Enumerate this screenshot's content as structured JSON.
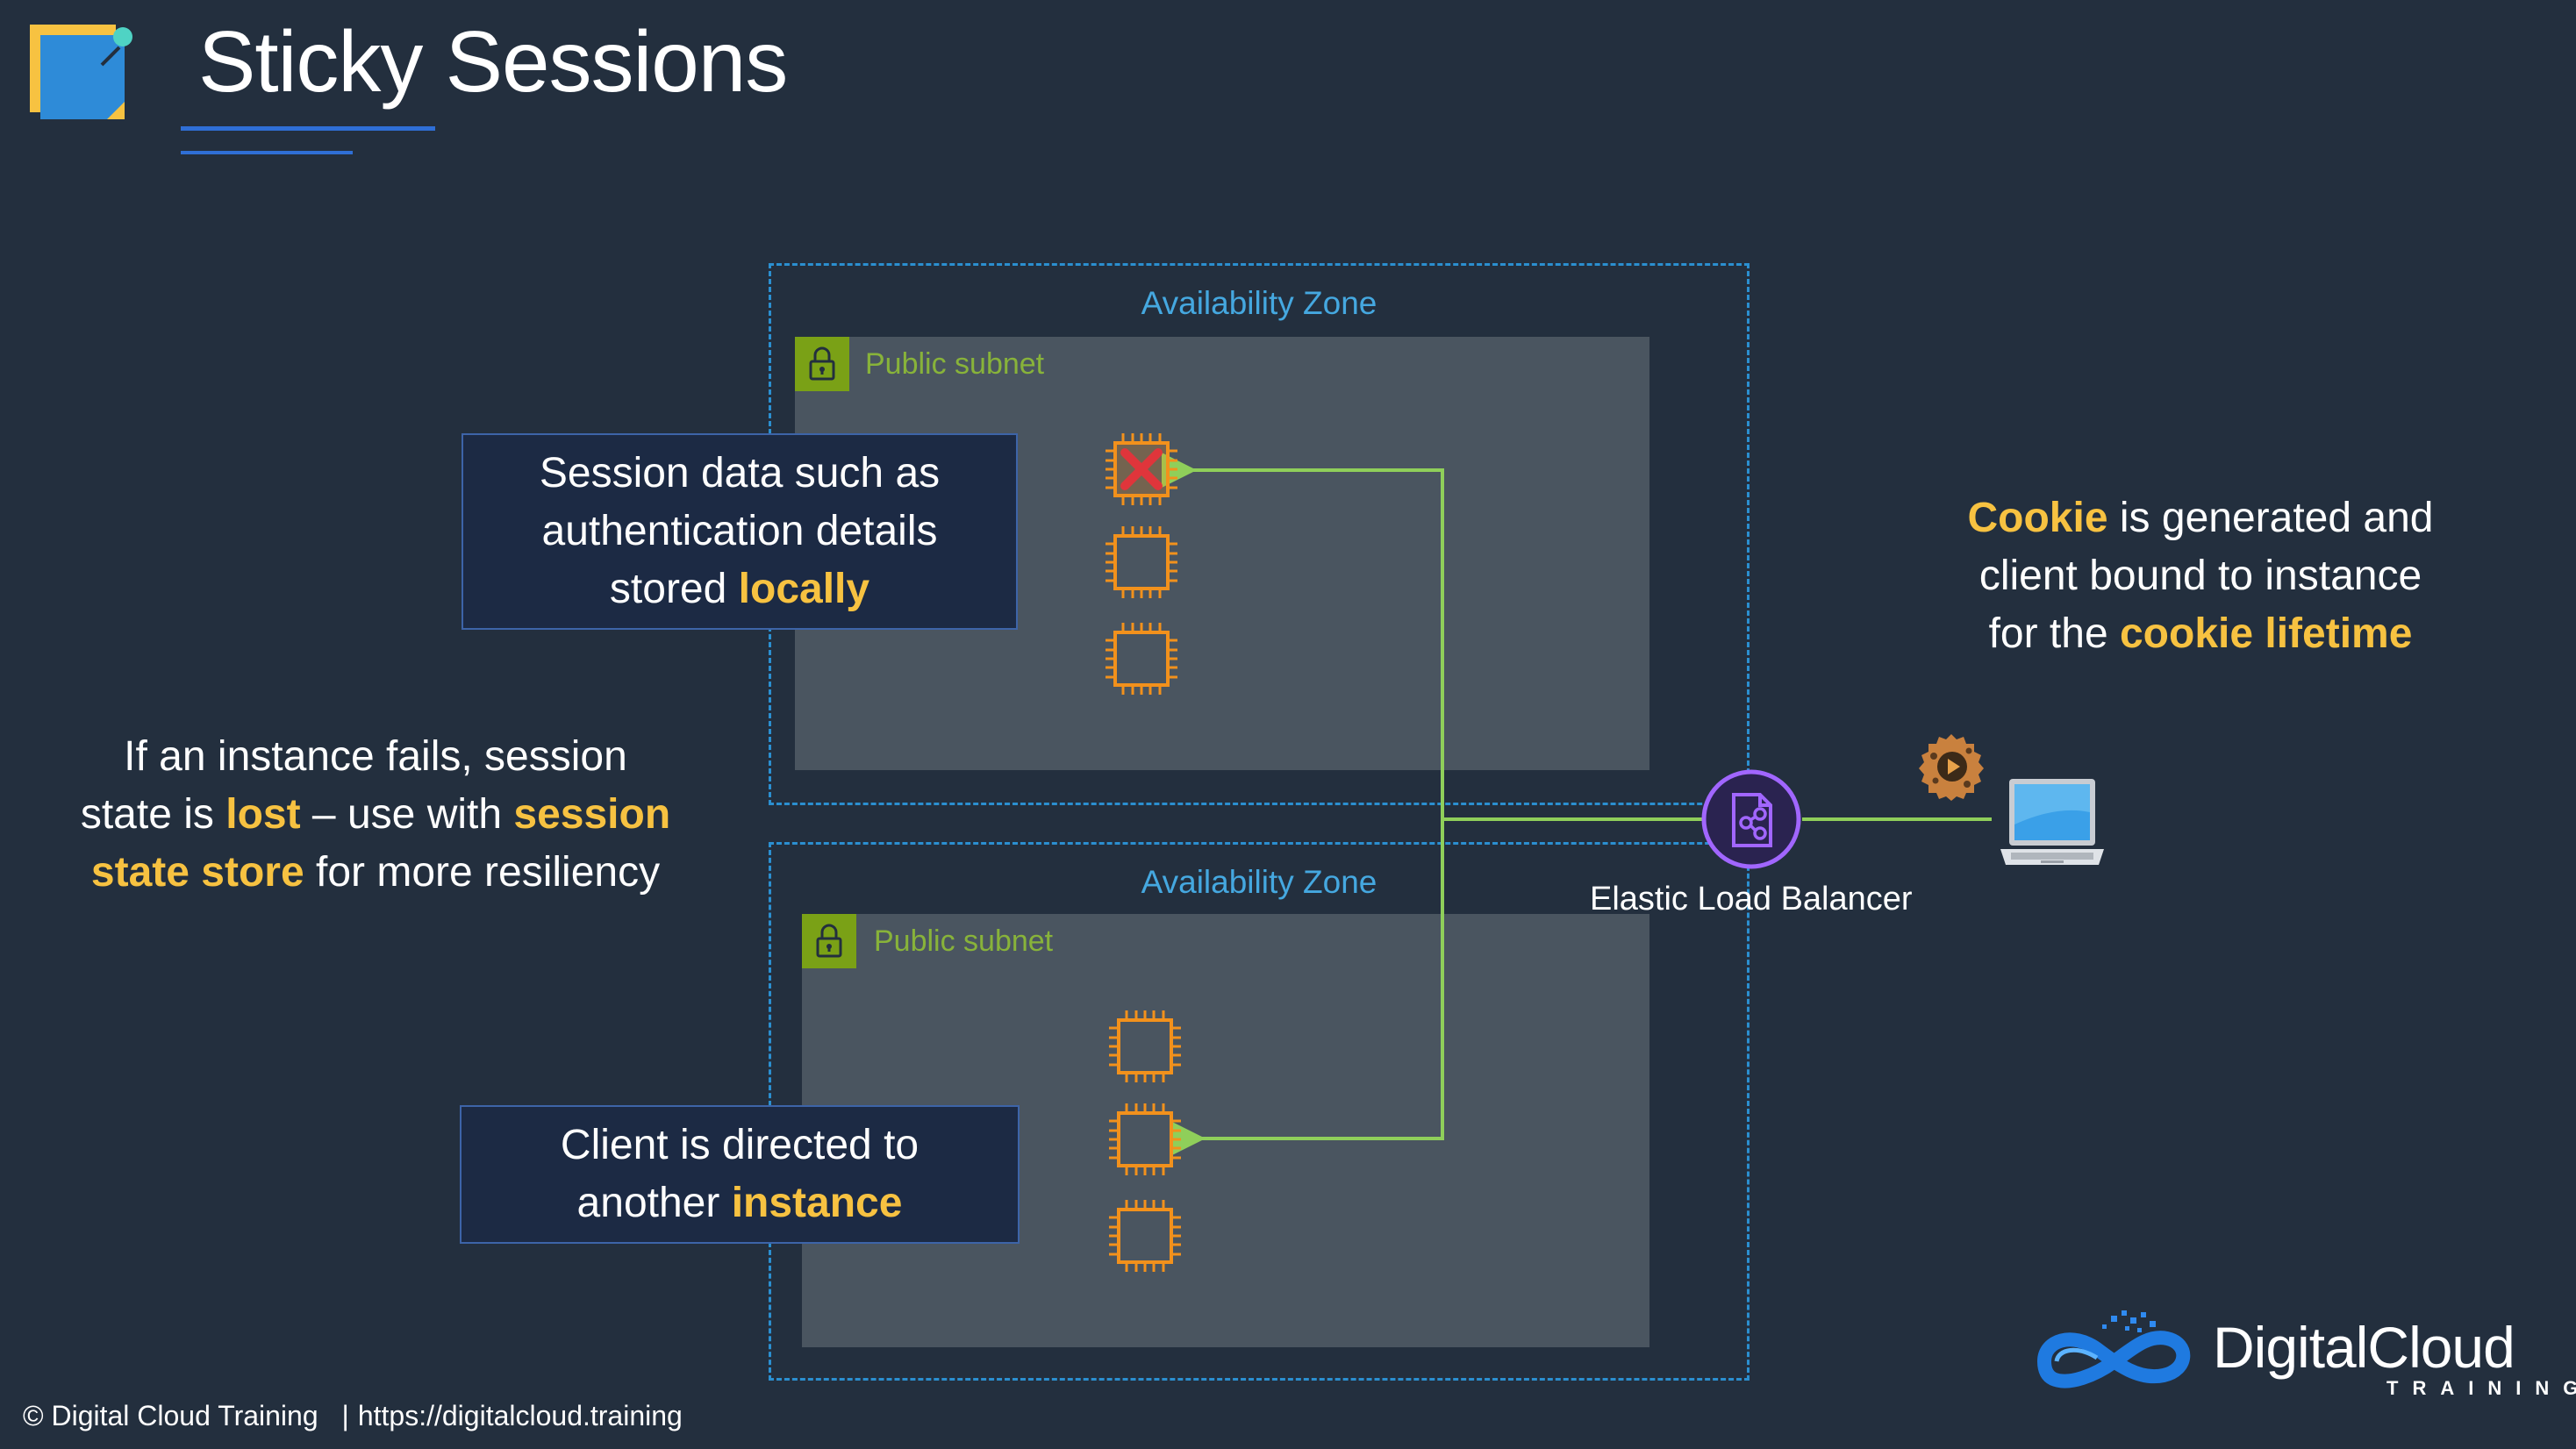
{
  "slide": {
    "title": "Sticky Sessions"
  },
  "zones": [
    {
      "label": "Availability Zone",
      "subnet_label": "Public subnet"
    },
    {
      "label": "Availability Zone",
      "subnet_label": "Public subnet"
    }
  ],
  "callouts": {
    "top": {
      "line1": "Session data such as",
      "line2": "authentication details",
      "line3_prefix": "stored ",
      "line3_highlight": "locally"
    },
    "bottom": {
      "line1": "Client is directed to",
      "line2_prefix": "another ",
      "line2_highlight": "instance"
    }
  },
  "left_note": {
    "line1": "If an instance fails, session",
    "line2_prefix": "state is ",
    "line2_hl1": "lost",
    "line2_mid": " – use with ",
    "line2_hl2": "session",
    "line3_hl": "state store",
    "line3_suffix": " for more resiliency"
  },
  "right_note": {
    "line1_hl": "Cookie",
    "line1_suffix": " is generated and",
    "line2": "client bound to instance",
    "line3_prefix": "for the ",
    "line3_hl": "cookie lifetime"
  },
  "elb": {
    "label": "Elastic Load Balancer"
  },
  "footer": {
    "copyright": "© Digital Cloud Training",
    "separator": "|",
    "url": "https://digitalcloud.training"
  },
  "brand": {
    "name": "DigitalCloud",
    "sub": "TRAINING"
  },
  "icons": {
    "slide-logo": "sticky-note-icon",
    "lock": "lock-icon",
    "instance": "ec2-instance-chip-icon",
    "failed": "red-x-icon",
    "elb": "load-balancer-icon",
    "client": "laptop-icon",
    "cookie": "cookie-icon",
    "brand": "infinity-cloud-icon"
  },
  "colors": {
    "background": "#232f3e",
    "highlight": "#f7c241",
    "az_border": "#2b8fd0",
    "subnet_bg": "#4a5560",
    "connector": "#8fcf5a",
    "instance": "#f2911c",
    "failure": "#e0353b",
    "elb": "#a166ff"
  }
}
